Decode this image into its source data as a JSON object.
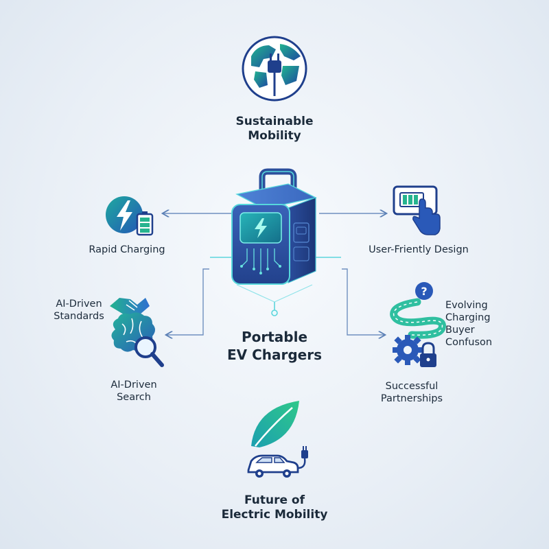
{
  "center": {
    "line1": "Portable",
    "line2": "EV Chargers"
  },
  "nodes": {
    "sustainable": {
      "line1": "Sustainable",
      "line2": "Mobility",
      "icon": "globe-plug-icon"
    },
    "rapid": {
      "label": "Rapid Charging",
      "icon": "lightning-battery-icon"
    },
    "user": {
      "label": "User-Friently Design",
      "icon": "touch-screen-hand-icon"
    },
    "standards": {
      "line1": "AI-Driven",
      "line2": "Standards",
      "icon": "handshake-icon"
    },
    "search": {
      "line1": "AI-Driven",
      "line2": "Search",
      "icon": "brain-magnifier-icon"
    },
    "evolving": {
      "line1": "Evolving",
      "line2": "Charging",
      "line3": "Buyer",
      "line4": "Confuson",
      "icon": "winding-road-question-icon"
    },
    "partnerships": {
      "line1": "Successful",
      "line2": "Partnerships",
      "icon": "gear-lock-icon"
    },
    "future": {
      "line1": "Future of",
      "line2": "Electric Mobility",
      "icon": "leaf-car-icon"
    }
  },
  "colors": {
    "navy": "#1f3f8c",
    "blue": "#2f6fd0",
    "teal": "#19a59a",
    "green": "#2fbf8a",
    "connector": "#5a7fb5"
  }
}
